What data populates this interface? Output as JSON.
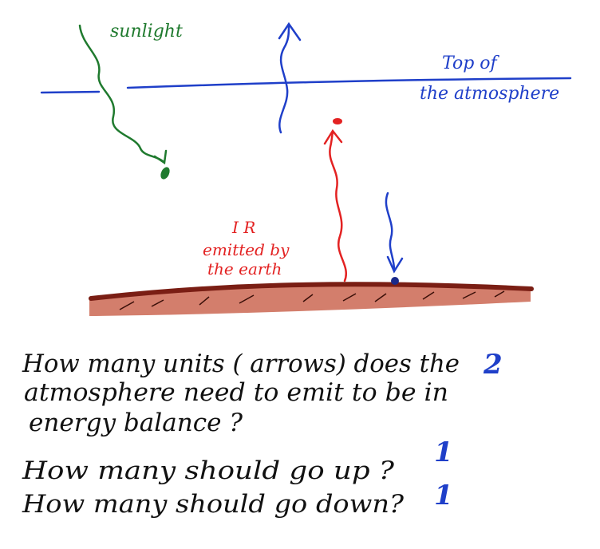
{
  "labels": {
    "sunlight": "sunlight",
    "top_line1": "Top of",
    "top_line2": "the atmosphere",
    "ir_line1": "I R",
    "ir_line2": "emitted by",
    "ir_line3": "the earth"
  },
  "questions": [
    {
      "lines": [
        "How many units ( arrows) does the",
        "atmosphere need to emit to be in",
        "energy balance ?"
      ],
      "answer": "2"
    },
    {
      "lines": [
        "How many should go up ?"
      ],
      "answer": "1"
    },
    {
      "lines": [
        "How many should go down?"
      ],
      "answer": "1"
    }
  ],
  "colors": {
    "sunlight": "#1f7a2e",
    "atmosphere": "#1f3fc9",
    "infrared": "#e32222",
    "ground": "#7a1e14",
    "ground_fill": "#c4533b",
    "text": "#111111"
  }
}
